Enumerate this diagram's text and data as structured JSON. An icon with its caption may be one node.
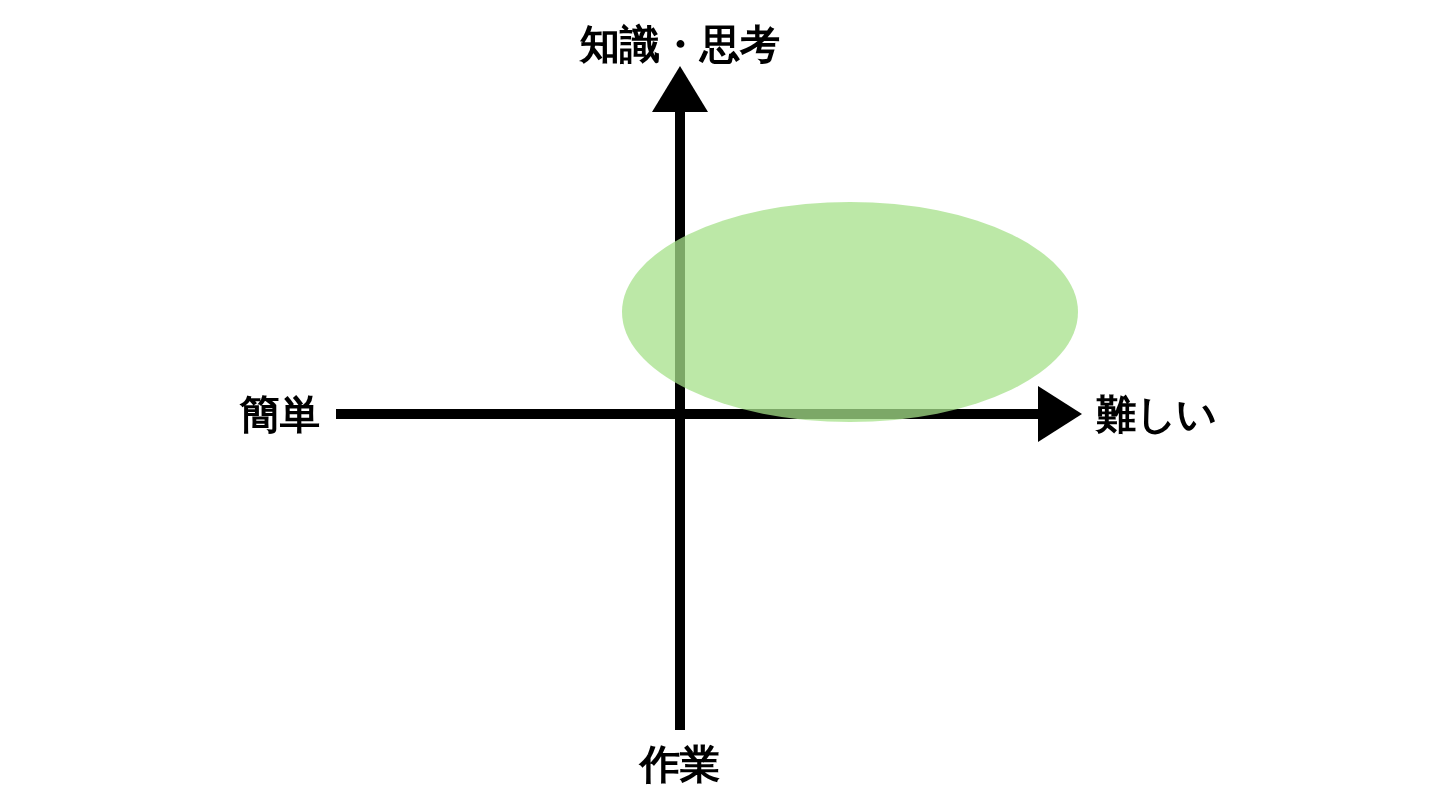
{
  "diagram": {
    "labels": [
      "知識・思考",
      "簡単",
      "難しい",
      "作業"
    ]
  }
}
